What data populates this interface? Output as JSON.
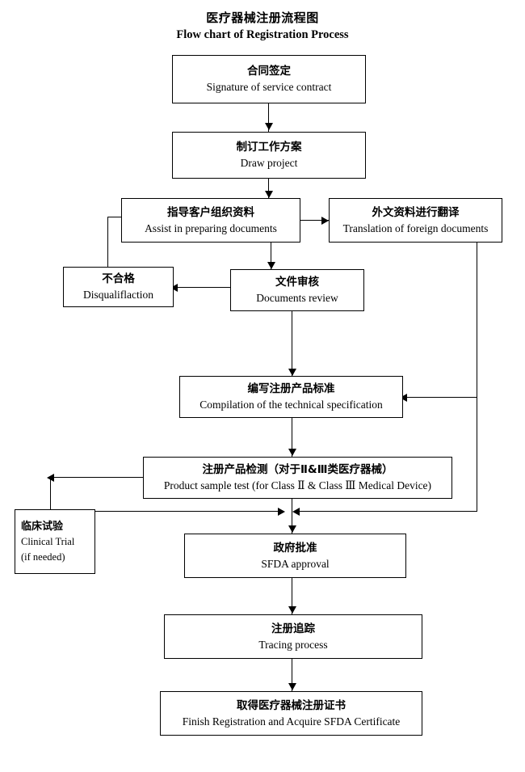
{
  "title": {
    "cn": "医疗器械注册流程图",
    "en": "Flow chart of Registration Process"
  },
  "chart_data": {
    "type": "diagram",
    "diagram_kind": "flowchart",
    "orientation": "top-to-bottom",
    "title_cn": "医疗器械注册流程图",
    "title_en": "Flow chart of Registration Process",
    "nodes": [
      {
        "id": "contract",
        "cn": "合同签定",
        "en": "Signature of service contract"
      },
      {
        "id": "project",
        "cn": "制订工作方案",
        "en": "Draw project"
      },
      {
        "id": "assist",
        "cn": "指导客户组织资料",
        "en": "Assist in preparing documents"
      },
      {
        "id": "translation",
        "cn": "外文资料进行翻译",
        "en": "Translation of foreign documents"
      },
      {
        "id": "disqualify",
        "cn": "不合格",
        "en": "Disqualiflaction"
      },
      {
        "id": "review",
        "cn": "文件审核",
        "en": "Documents review"
      },
      {
        "id": "spec",
        "cn": "编写注册产品标准",
        "en": "Compilation of the technical specification"
      },
      {
        "id": "sampletest",
        "cn": "注册产品检测（对于Ⅱ&Ⅲ类医疗器械）",
        "en": "Product sample test (for Class  Ⅱ & Class  Ⅲ  Medical Device)"
      },
      {
        "id": "clinical",
        "cn": "临床试验",
        "en": "Clinical Trial",
        "en2": "(if needed)"
      },
      {
        "id": "approval",
        "cn": "政府批准",
        "en": "SFDA approval"
      },
      {
        "id": "tracing",
        "cn": "注册追踪",
        "en": "Tracing process"
      },
      {
        "id": "finish",
        "cn": "取得医疗器械注册证书",
        "en": "Finish Registration and Acquire SFDA Certificate"
      }
    ],
    "edges": [
      {
        "from": "contract",
        "to": "project",
        "direction": "down"
      },
      {
        "from": "project",
        "to": "assist",
        "direction": "down"
      },
      {
        "from": "assist",
        "to": "translation",
        "direction": "right"
      },
      {
        "from": "assist",
        "to": "review",
        "direction": "down"
      },
      {
        "from": "review",
        "to": "disqualify",
        "direction": "left"
      },
      {
        "from": "disqualify",
        "to": "assist",
        "direction": "loop-up-left"
      },
      {
        "from": "review",
        "to": "spec",
        "direction": "down"
      },
      {
        "from": "translation",
        "to": "spec",
        "direction": "right-side-down-then-left"
      },
      {
        "from": "spec",
        "to": "sampletest",
        "direction": "down"
      },
      {
        "from": "sampletest",
        "to": "clinical",
        "direction": "left-then-down"
      },
      {
        "from": "clinical",
        "to": "approval",
        "direction": "right-then-down"
      },
      {
        "from": "translation",
        "to": "approval",
        "direction": "right-side-down-then-left"
      },
      {
        "from": "sampletest",
        "to": "approval",
        "direction": "down"
      },
      {
        "from": "approval",
        "to": "tracing",
        "direction": "down"
      },
      {
        "from": "tracing",
        "to": "finish",
        "direction": "down"
      }
    ],
    "colors": {
      "stroke": "#000000",
      "fill": "#ffffff",
      "text": "#000000"
    }
  }
}
